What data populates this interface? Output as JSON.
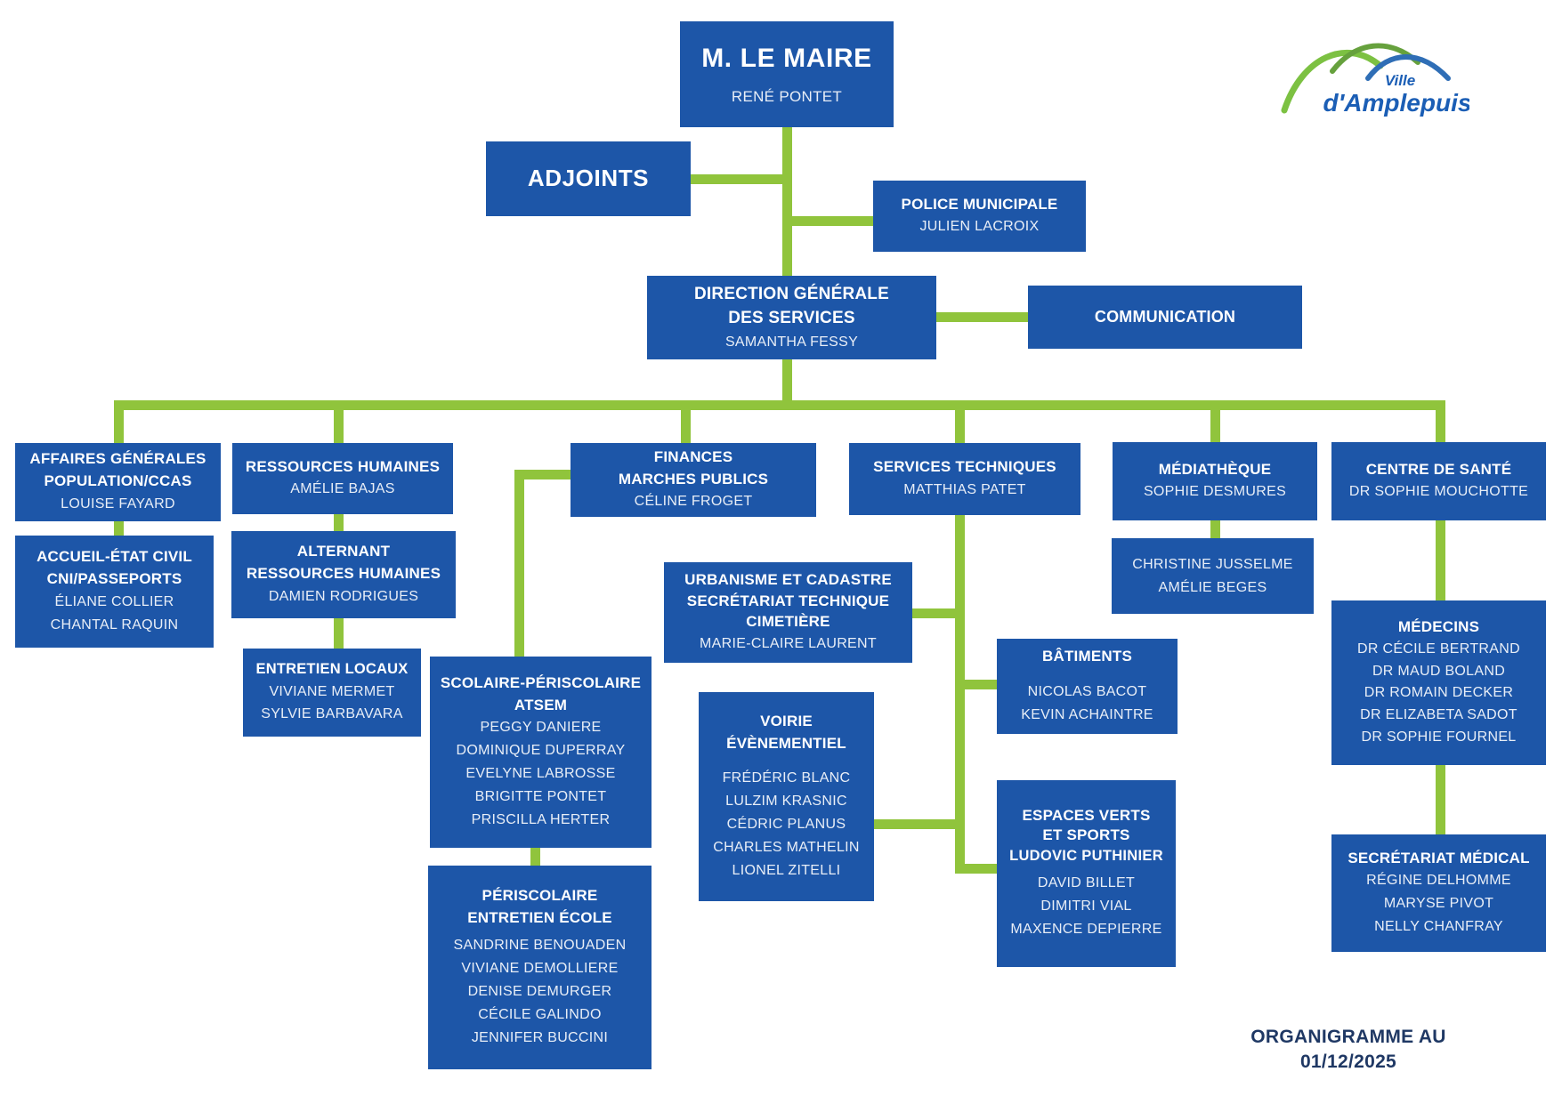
{
  "title": "Organigramme Ville d'Amplepuis",
  "logo": {
    "line1": "Ville",
    "line2": "d'Amplepuis"
  },
  "footer": {
    "line1": "ORGANIGRAMME AU",
    "line2": "01/12/2025"
  },
  "colors": {
    "box_blue": "#1d56a8",
    "connector_green": "#90c43c",
    "logo_blue": "#1b5eb5",
    "logo_green_light": "#7cc142",
    "logo_green_dark": "#66a13d",
    "footer_navy": "#1f3864"
  },
  "boxes": {
    "maire": {
      "heading": [
        "M. LE MAIRE"
      ],
      "names": [
        "RENÉ PONTET"
      ]
    },
    "adjoints": {
      "heading": [
        "ADJOINTS"
      ],
      "names": []
    },
    "police": {
      "heading": [
        "POLICE MUNICIPALE"
      ],
      "names": [
        "JULIEN LACROIX"
      ]
    },
    "dgs": {
      "heading": [
        "DIRECTION GÉNÉRALE",
        "DES SERVICES"
      ],
      "names": [
        "SAMANTHA FESSY"
      ]
    },
    "communication": {
      "heading": [
        "COMMUNICATION"
      ],
      "names": []
    },
    "affaires": {
      "heading": [
        "AFFAIRES GÉNÉRALES",
        "POPULATION/CCAS"
      ],
      "names": [
        "LOUISE FAYARD"
      ]
    },
    "rh": {
      "heading": [
        "RESSOURCES HUMAINES"
      ],
      "names": [
        "AMÉLIE BAJAS"
      ]
    },
    "finances": {
      "heading": [
        "FINANCES",
        "MARCHES  PUBLICS"
      ],
      "names": [
        "CÉLINE FROGET"
      ]
    },
    "services": {
      "heading": [
        "SERVICES TECHNIQUES"
      ],
      "names": [
        "MATTHIAS PATET"
      ]
    },
    "mediatheque": {
      "heading": [
        "MÉDIATHÈQUE"
      ],
      "names": [
        "SOPHIE DESMURES"
      ]
    },
    "centre": {
      "heading": [
        "CENTRE DE SANTÉ"
      ],
      "names": [
        "DR SOPHIE MOUCHOTTE"
      ]
    },
    "accueil": {
      "heading": [
        "ACCUEIL-ÉTAT CIVIL",
        "CNI/PASSEPORTS"
      ],
      "names": [
        "ÉLIANE COLLIER",
        "CHANTAL RAQUIN"
      ]
    },
    "alternant": {
      "heading": [
        "ALTERNANT",
        "RESSOURCES HUMAINES"
      ],
      "names": [
        "DAMIEN RODRIGUES"
      ]
    },
    "entretien": {
      "heading": [
        "ENTRETIEN LOCAUX"
      ],
      "names": [
        "VIVIANE MERMET",
        "SYLVIE BARBAVARA"
      ]
    },
    "scolaire": {
      "heading": [
        "SCOLAIRE-PÉRISCOLAIRE",
        "ATSEM"
      ],
      "names": [
        "PEGGY DANIERE",
        "DOMINIQUE DUPERRAY",
        "EVELYNE LABROSSE",
        "BRIGITTE PONTET",
        "PRISCILLA HERTER"
      ]
    },
    "periscolaire": {
      "heading": [
        "PÉRISCOLAIRE",
        "ENTRETIEN ÉCOLE"
      ],
      "names": [
        "SANDRINE BENOUADEN",
        "VIVIANE DEMOLLIERE",
        "DENISE DEMURGER",
        "CÉCILE GALINDO",
        "JENNIFER BUCCINI"
      ]
    },
    "urbanisme": {
      "heading": [
        "URBANISME ET CADASTRE",
        "SECRÉTARIAT TECHNIQUE",
        "CIMETIÈRE"
      ],
      "names": [
        "MARIE-CLAIRE LAURENT"
      ]
    },
    "voirie": {
      "heading": [
        "VOIRIE",
        "ÉVÈNEMENTIEL"
      ],
      "names": [
        "FRÉDÉRIC BLANC",
        "LULZIM KRASNIC",
        "CÉDRIC PLANUS",
        "CHARLES MATHELIN",
        "LIONEL ZITELLI"
      ]
    },
    "batiments": {
      "heading": [
        "BÂTIMENTS"
      ],
      "names": [
        "NICOLAS BACOT",
        "KEVIN ACHAINTRE"
      ]
    },
    "espaces": {
      "heading": [
        "ESPACES VERTS",
        "ET SPORTS"
      ],
      "lead": "LUDOVIC PUTHINIER",
      "names": [
        "DAVID BILLET",
        "DIMITRI VIAL",
        "MAXENCE DEPIERRE"
      ]
    },
    "jusselme": {
      "heading": [],
      "names": [
        "CHRISTINE JUSSELME",
        "AMÉLIE BEGES"
      ]
    },
    "medecins": {
      "heading": [
        "MÉDECINS"
      ],
      "names": [
        "DR CÉCILE BERTRAND",
        "DR MAUD BOLAND",
        "DR ROMAIN DECKER",
        "DR ELIZABETA SADOT",
        "DR SOPHIE FOURNEL"
      ]
    },
    "secretariat": {
      "heading": [
        "SECRÉTARIAT MÉDICAL"
      ],
      "names": [
        "RÉGINE DELHOMME",
        "MARYSE PIVOT",
        "NELLY CHANFRAY"
      ]
    }
  }
}
